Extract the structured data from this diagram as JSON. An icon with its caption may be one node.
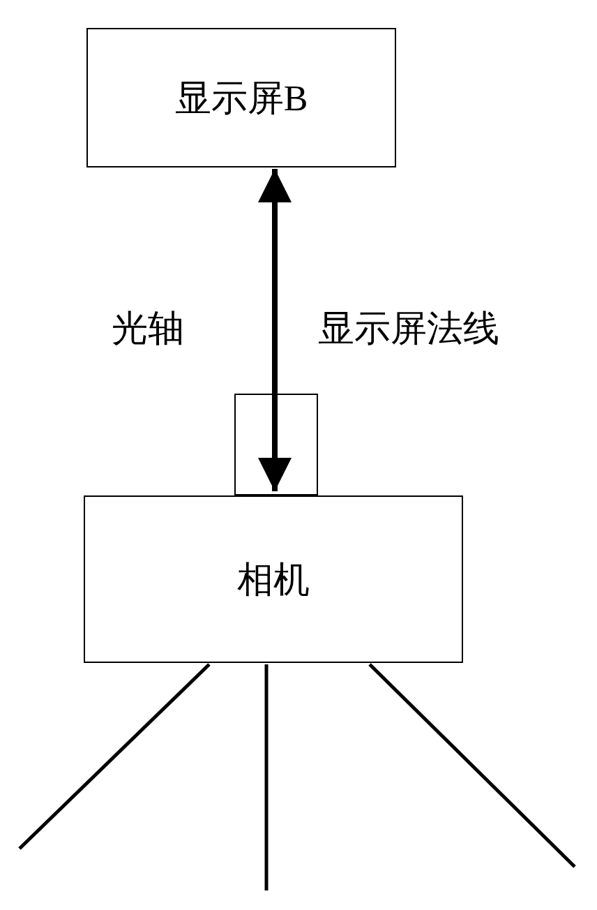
{
  "diagram": {
    "nodes": [
      {
        "text": [
          "显示屏B"
        ]
      },
      {
        "text": [],
        "shape": "box"
      },
      {
        "text": [
          "相机"
        ]
      }
    ],
    "edges": [
      {
        "from": 0,
        "to": 1,
        "arrow": "both"
      }
    ],
    "labels": [
      "光轴",
      "显示屏法线"
    ]
  }
}
